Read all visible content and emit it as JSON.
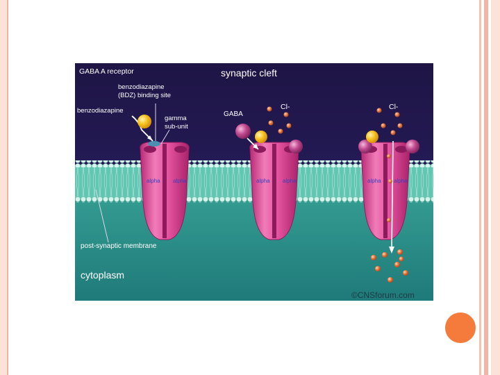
{
  "slide": {
    "colors": {
      "border": "#f3b5a2",
      "accent_dot": "#f47b3b"
    }
  },
  "diagram": {
    "title": "GABA A receptor",
    "region_top": "synaptic cleft",
    "region_bottom": "cytoplasm",
    "labels": {
      "bdz_line1": "benzodiazapine",
      "bdz_line2": "(BDZ) binding site",
      "benzodiazapine": "benzodiazapine",
      "gamma_line1": "gamma",
      "gamma_line2": "sub-unit",
      "gaba": "GABA",
      "cl_1": "Cl-",
      "cl_2": "Cl-",
      "membrane": "post-synaptic membrane",
      "alpha": "alpha"
    },
    "credit": "©CNSforum.com",
    "colors": {
      "cleft": "#1b1340",
      "membrane": "#5fc4b0",
      "cytoplasm": "#2f8e8a",
      "receptor": "#d9418f",
      "receptor_dark": "#8e1a5e",
      "gaba_ball": "#b83f87",
      "bdz_ball": "#f5b81c",
      "chloride": "#e0713f"
    }
  }
}
